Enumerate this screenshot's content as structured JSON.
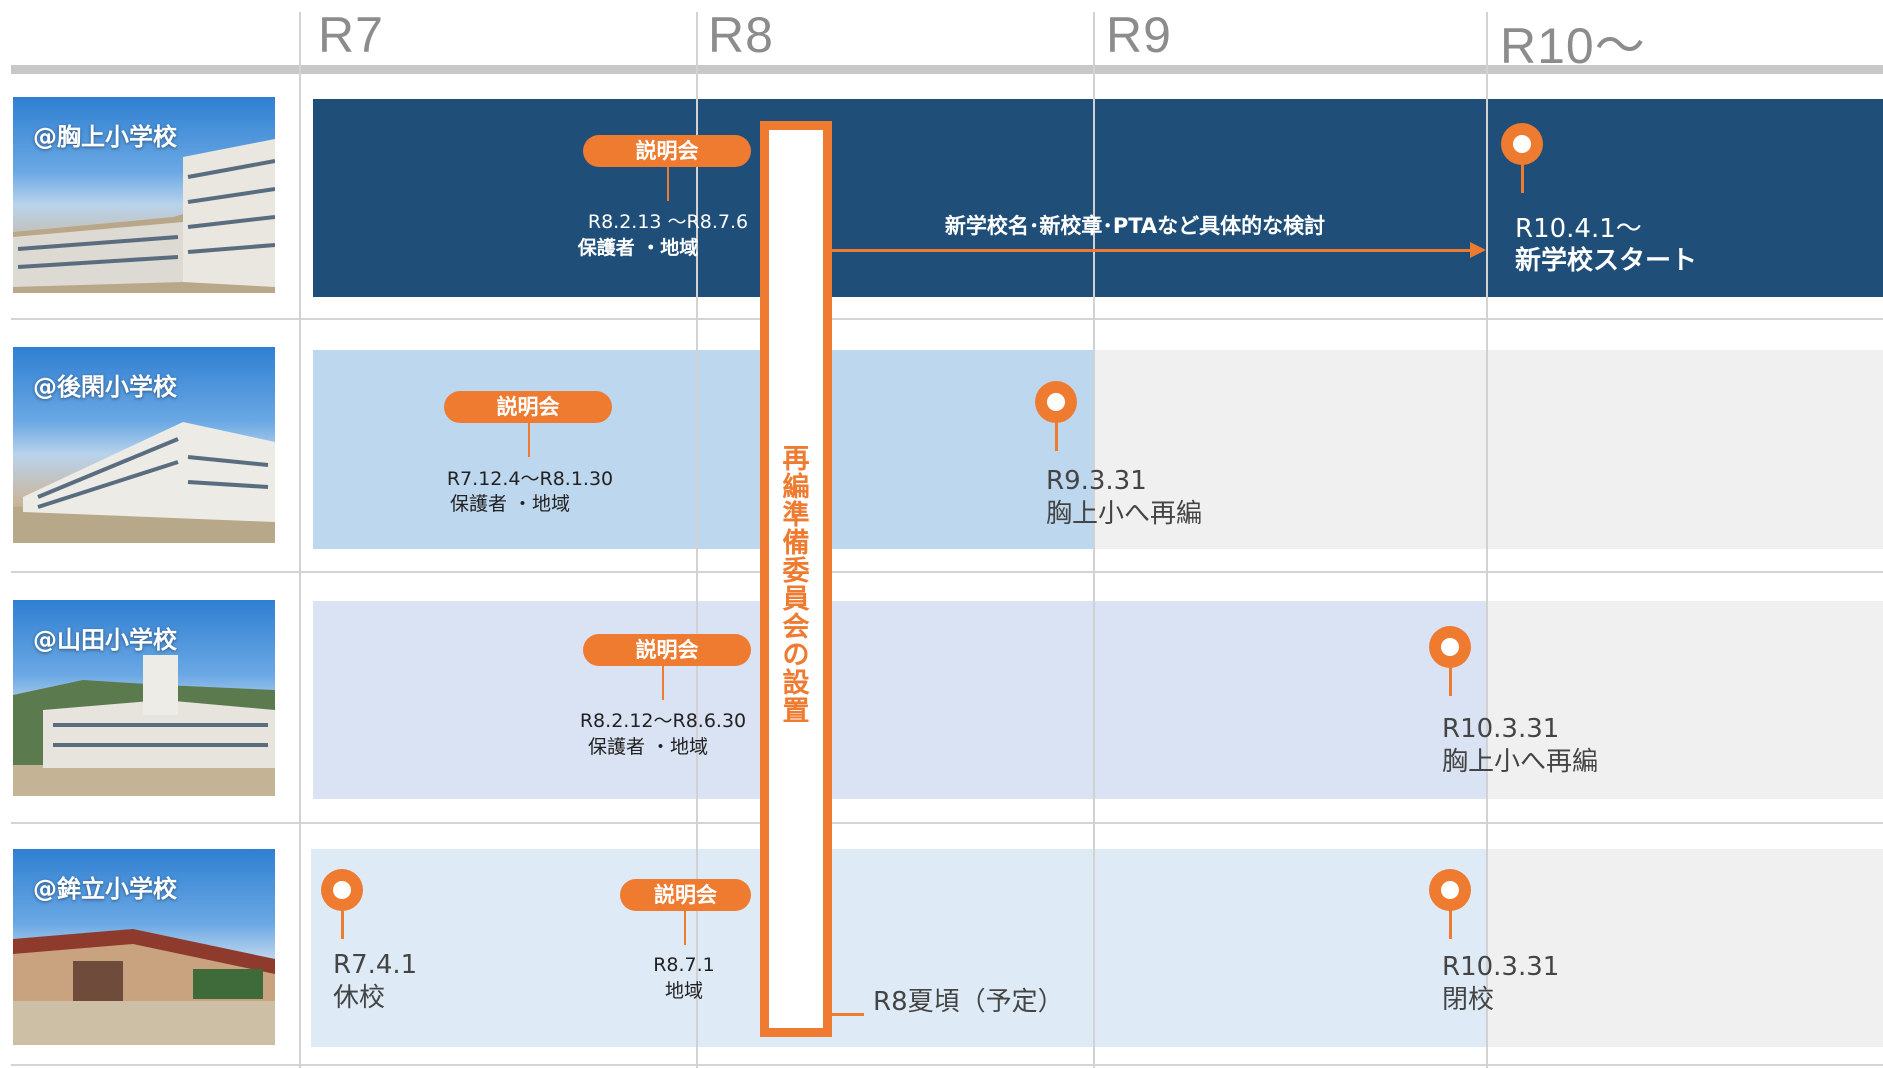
{
  "years": [
    "R7",
    "R8",
    "R9",
    "R10～"
  ],
  "schools": [
    {
      "name": "@胸上小学校"
    },
    {
      "name": "@後閑小学校"
    },
    {
      "name": "@山田小学校"
    },
    {
      "name": "@鉾立小学校"
    }
  ],
  "row1": {
    "pill": "説明会",
    "date": "R8.2.13 ～R8.7.6",
    "audience": "保護者 ・地域",
    "arrow_text": "新学校名･新校章･PTAなど具体的な検討",
    "milestone_line1": "R10.4.1～",
    "milestone_line2": "新学校スタート"
  },
  "row2": {
    "pill": "説明会",
    "date": "R7.12.4～R8.1.30",
    "audience": "保護者 ・地域",
    "milestone_line1": "R9.3.31",
    "milestone_line2": "胸上小へ再編"
  },
  "row3": {
    "pill": "説明会",
    "date": "R8.2.12～R8.6.30",
    "audience": "保護者 ・地域",
    "milestone_line1": "R10.3.31",
    "milestone_line2": "胸上小へ再編"
  },
  "row4": {
    "pill": "説明会",
    "date": "R8.7.1",
    "audience": "地域",
    "start_line1": "R7.4.1",
    "start_line2": "休校",
    "milestone_line1": "R10.3.31",
    "milestone_line2": "閉校"
  },
  "committee": {
    "text": "再編準備委員会の設置",
    "note": "R8夏頃（予定）"
  },
  "colors": {
    "accent": "#ee7b30",
    "row1_band": "#1f4e79",
    "row2_band": "#bdd7ee",
    "row3_band": "#dae3f3",
    "row4_band": "#deebf7",
    "after_band": "#f0f0f0",
    "year_text": "#8c8c8c"
  }
}
